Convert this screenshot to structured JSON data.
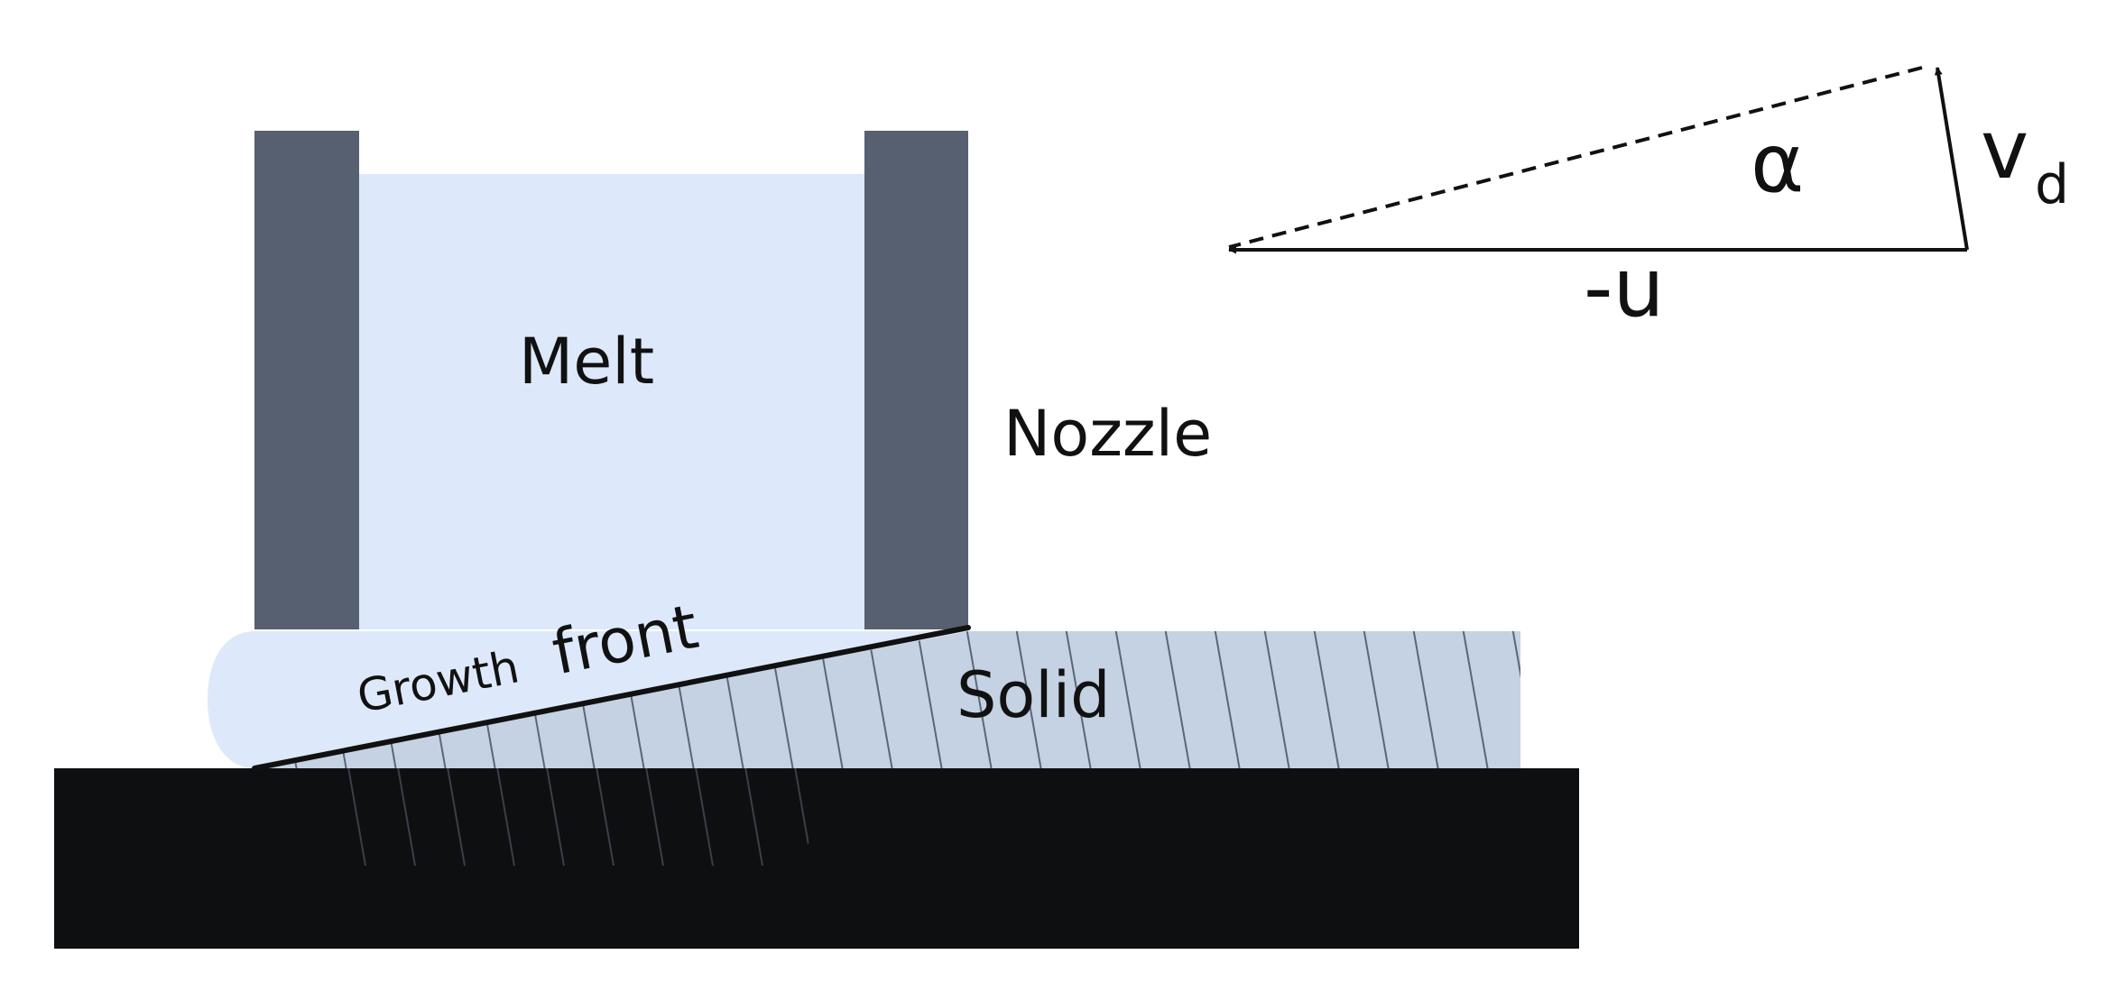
{
  "labels": {
    "melt": "Melt",
    "nozzle": "Nozzle",
    "solid": "Solid",
    "growth": "Growth",
    "front": "front",
    "alpha": "α",
    "v": "v",
    "d": "d",
    "minus_u": "-u"
  },
  "colors": {
    "melt": "#dde9fb",
    "nozzle": "#576070",
    "solid": "#c5d2e4",
    "hatch": "#5c6678",
    "substrate": "#0e0f11",
    "line": "#111111"
  }
}
